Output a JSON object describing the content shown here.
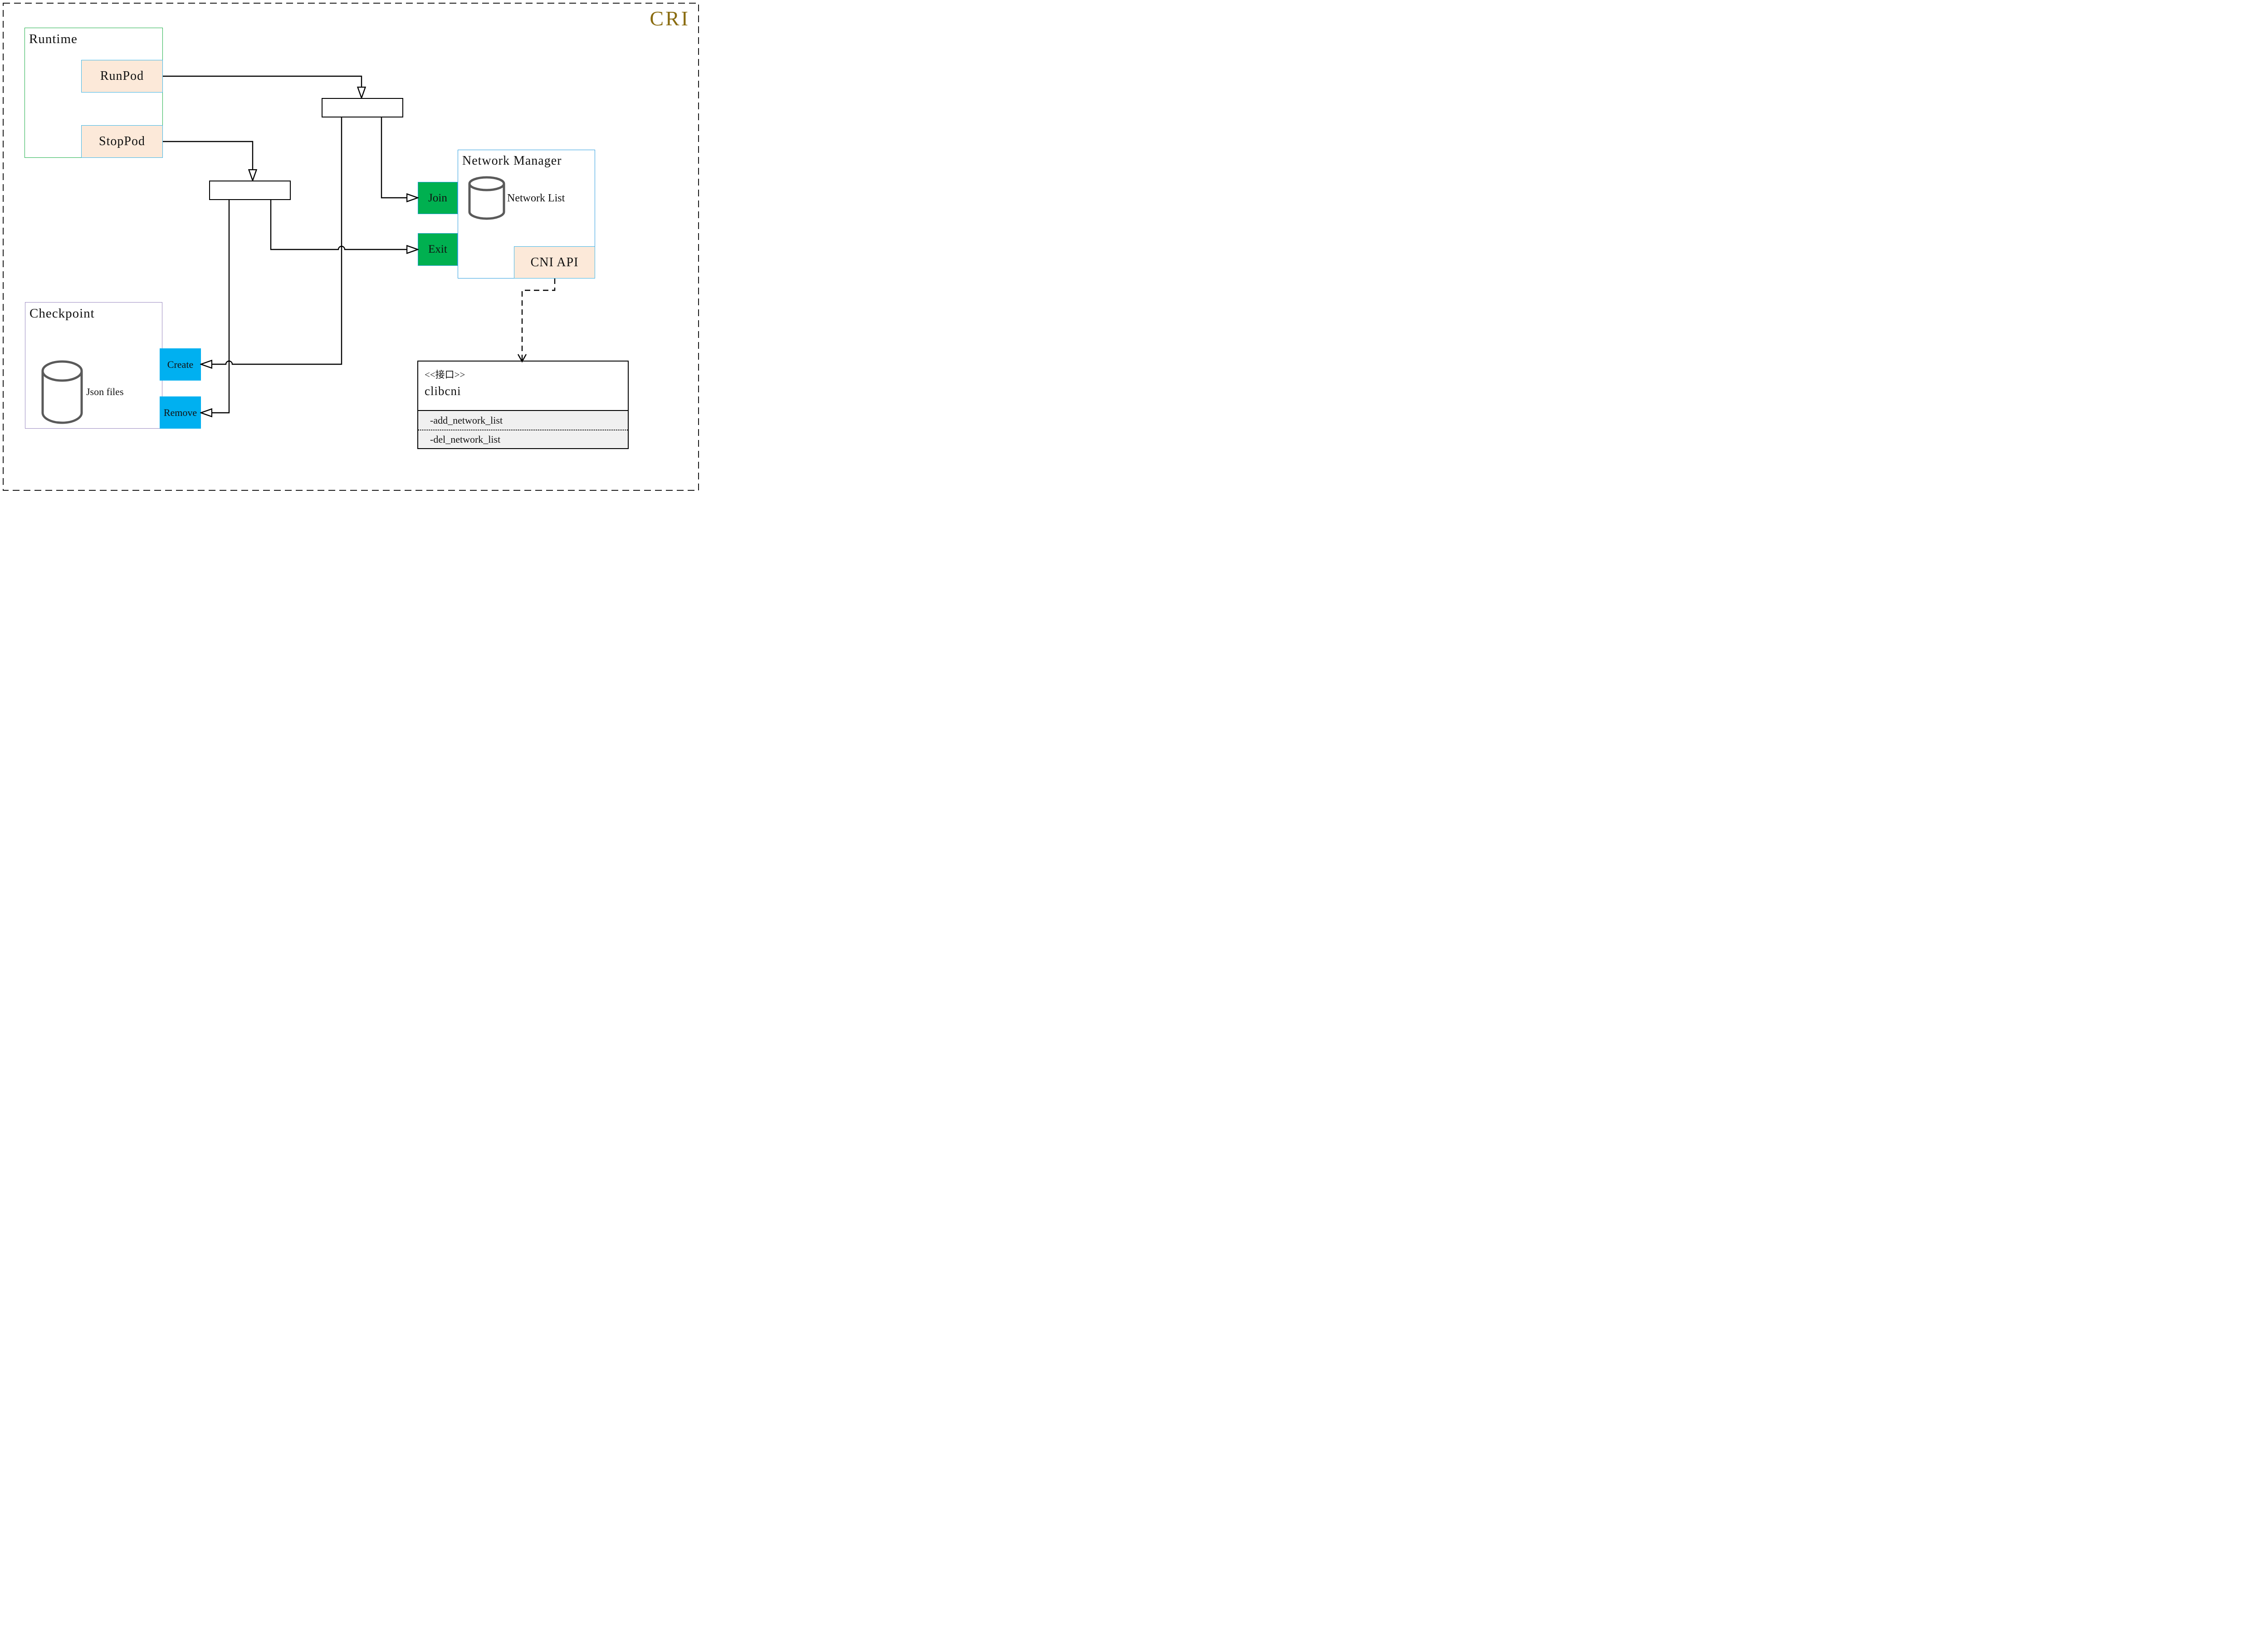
{
  "page": {
    "watermark": "CRI",
    "accent_color": "#8a6c10",
    "border_style": "black dashed frame"
  },
  "runtime": {
    "title": "Runtime",
    "buttons": [
      {
        "label": "RunPod"
      },
      {
        "label": "StopPod"
      }
    ]
  },
  "network_manager": {
    "title": "Network Manager",
    "datastore_label": "Network List",
    "datastore_icon": "database-cylinder-icon",
    "actions": [
      {
        "label": "Join"
      },
      {
        "label": "Exit"
      }
    ],
    "api_label": "CNI API"
  },
  "checkpoint": {
    "title": "Checkpoint",
    "datastore_label": "Json files",
    "datastore_icon": "database-cylinder-icon",
    "actions": [
      {
        "label": "Create"
      },
      {
        "label": "Remove"
      }
    ]
  },
  "interface_class": {
    "stereotype": "<<接口>>",
    "name": "clibcni",
    "attributes": [
      {
        "label": "-add_network_list"
      },
      {
        "label": "-del_network_list"
      }
    ]
  },
  "colors": {
    "action_green": "#00b050",
    "action_blue": "#00b0f0",
    "node_peach": "#fce9d9",
    "node_border_cyan": "#3fb6e8",
    "runtime_border_green": "#22b14c",
    "checkpoint_border_purple": "#9b8bc0",
    "network_manager_border_blue": "#2f9fe0",
    "cylinder_gray": "#5a5a5a",
    "line_black": "#000000"
  }
}
